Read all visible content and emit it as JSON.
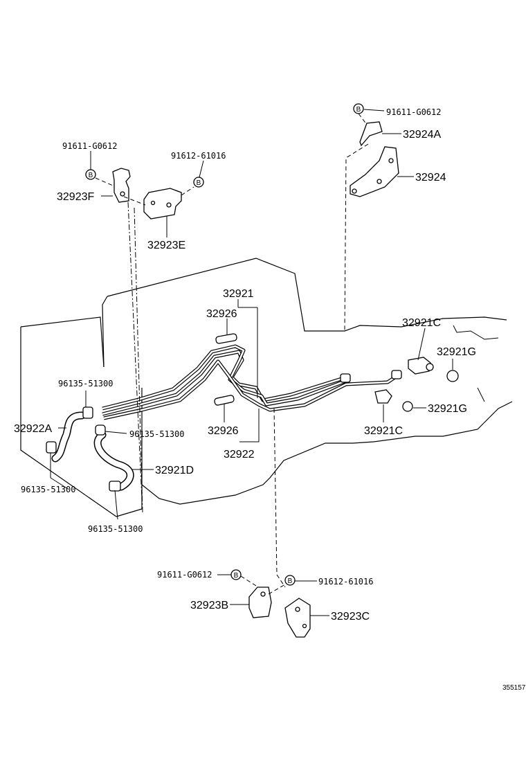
{
  "diagram": {
    "labels": {
      "p91611_top_right": "91611-G0612",
      "p32924A": "32924A",
      "p32924": "32924",
      "p91611_top_left": "91611-G0612",
      "p91612_top": "91612-61016",
      "p32923F": "32923F",
      "p32923E": "32923E",
      "p32921": "32921",
      "p32926_top": "32926",
      "p32921C_top": "32921C",
      "p32921G_top": "32921G",
      "p96135_a": "96135-51300",
      "p32922A": "32922A",
      "p96135_b": "96135-51300",
      "p32926_bottom": "32926",
      "p32922": "32922",
      "p32921G_bottom": "32921G",
      "p32921C_bottom": "32921C",
      "p32921D": "32921D",
      "p96135_c": "96135-51300",
      "p96135_d": "96135-51300",
      "p91611_bottom": "91611-G0612",
      "p91612_bottom": "91612-61016",
      "p32923B": "32923B",
      "p32923C": "32923C",
      "ref_number": "355157"
    },
    "bolt_symbol": "B",
    "icons": [
      "bolt-icon",
      "clamp-icon",
      "bracket-icon",
      "grommet-icon",
      "union-fitting-icon"
    ]
  }
}
